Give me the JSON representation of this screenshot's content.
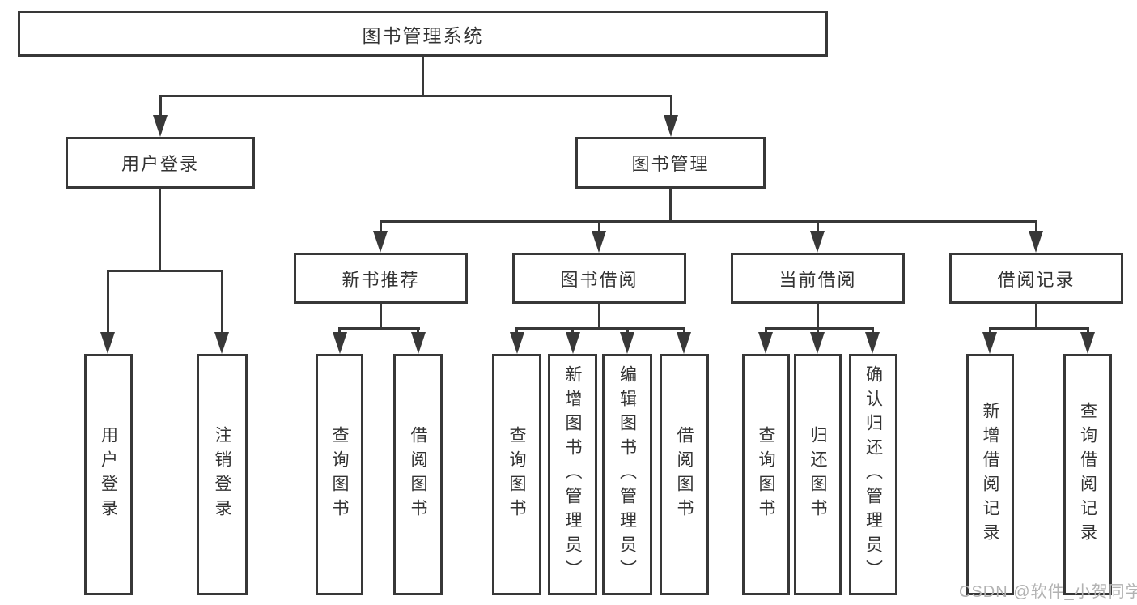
{
  "tree": {
    "root": {
      "label": "图书管理系统"
    },
    "branches": [
      {
        "label": "用户登录",
        "children": [
          {
            "label": "用户登录"
          },
          {
            "label": "注销登录"
          }
        ]
      },
      {
        "label": "图书管理",
        "groups": [
          {
            "label": "新书推荐",
            "children": [
              {
                "label": "查询图书"
              },
              {
                "label": "借阅图书"
              }
            ]
          },
          {
            "label": "图书借阅",
            "children": [
              {
                "label": "查询图书"
              },
              {
                "label": "新增图书（管理员）"
              },
              {
                "label": "编辑图书（管理员）"
              },
              {
                "label": "借阅图书"
              }
            ]
          },
          {
            "label": "当前借阅",
            "children": [
              {
                "label": "查询图书"
              },
              {
                "label": "归还图书"
              },
              {
                "label": "确认归还（管理员）"
              }
            ]
          },
          {
            "label": "借阅记录",
            "children": [
              {
                "label": "新增借阅记录"
              },
              {
                "label": "查询借阅记录"
              }
            ]
          }
        ]
      }
    ]
  },
  "watermark": {
    "text": "CSDN @软件_小贺同学"
  },
  "colors": {
    "line": "#383838",
    "text": "#333333",
    "watermark": "#b2b2b2",
    "background": "#ffffff"
  }
}
